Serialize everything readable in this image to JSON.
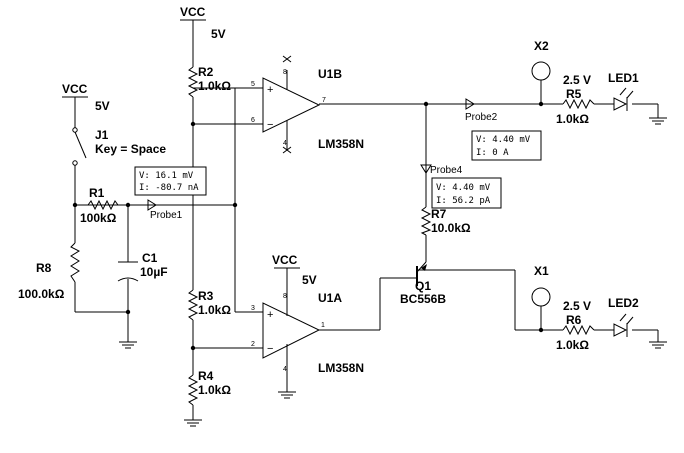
{
  "labels": {
    "vcc_top": "VCC",
    "v5_top": "5V",
    "vcc_left": "VCC",
    "v5_left": "5V",
    "vcc_mid": "VCC",
    "v5_mid": "5V",
    "r2": "R2",
    "r2_val": "1.0kΩ",
    "r3": "R3",
    "r3_val": "1.0kΩ",
    "r4": "R4",
    "r4_val": "1.0kΩ",
    "r1": "R1",
    "r1_val": "100kΩ",
    "r8": "R8",
    "r8_val": "100.0kΩ",
    "c1": "C1",
    "c1_val": "10µF",
    "j1": "J1",
    "j1_key": "Key = Space",
    "u1b": "U1B",
    "u1b_part": "LM358N",
    "u1a": "U1A",
    "u1a_part": "LM358N",
    "r7": "R7",
    "r7_val": "10.0kΩ",
    "q1": "Q1",
    "q1_part": "BC556B",
    "x2": "X2",
    "x1": "X1",
    "r5": "R5",
    "r5_val": "1.0kΩ",
    "r5_volt": "2.5 V",
    "r6": "R6",
    "r6_val": "1.0kΩ",
    "r6_volt": "2.5 V",
    "led1": "LED1",
    "led2": "LED2"
  },
  "pins": {
    "u1b_plus": "5",
    "u1b_minus": "6",
    "u1b_out": "7",
    "u1b_top": "8",
    "u1b_bot": "4",
    "u1a_plus": "3",
    "u1a_minus": "2",
    "u1a_out": "1",
    "u1a_top": "8",
    "u1a_bot": "4",
    "plus_sign": "+",
    "minus_sign": "−"
  },
  "probes": {
    "probe1": {
      "name": "Probe1",
      "v": "V: 16.1 mV",
      "i": "I: -80.7 nA"
    },
    "probe2": {
      "name": "Probe2",
      "v": "V: 4.40 mV",
      "i": "I: 0 A"
    },
    "probe4": {
      "name": "Probe4",
      "v": "V: 4.40 mV",
      "i": "I: 56.2 pA"
    }
  }
}
